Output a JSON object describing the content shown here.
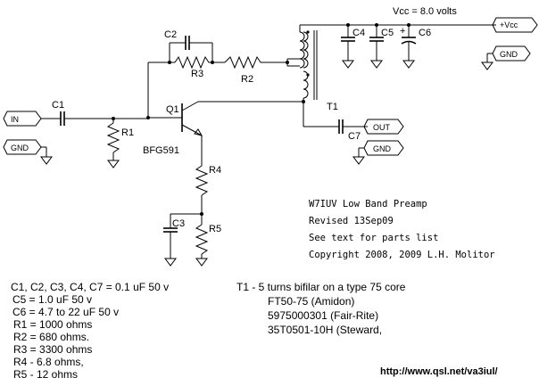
{
  "vcc_label": "Vcc = 8.0 volts",
  "ports": {
    "vcc": "+Vcc",
    "gnd_right": "GND",
    "in": "IN",
    "gnd_left": "GND",
    "out": "OUT",
    "gnd_out": "GND"
  },
  "parts": {
    "c1": "C1",
    "c2": "C2",
    "c3": "C3",
    "c4": "C4",
    "c5": "C5",
    "c6": "C6",
    "c7": "C7",
    "r1": "R1",
    "r2": "R2",
    "r3": "R3",
    "r4": "R4",
    "r5": "R5",
    "q1": "Q1",
    "q1_type": "BFG591",
    "t1": "T1"
  },
  "notes": [
    "W7IUV Low Band Preamp",
    "Revised 13Sep09",
    "See text for parts list",
    "Copyright 2008, 2009 L.H. Molitor"
  ],
  "bom_left": [
    "C1, C2, C3, C4, C7  =  0.1 uF 50 v",
    "C5  = 1.0 uF 50 v",
    "C6  = 4.7 to 22 uF 50 v",
    "R1 = 1000 ohms",
    "R2 = 680 ohms.",
    "R3  = 3300 ohms",
    "R4  -  6.8 ohms,",
    "R5  -  12 ohms"
  ],
  "bom_right_head": "T1  -  5 turns bifilar on a type 75 core",
  "bom_right": [
    "FT50-75 (Amidon)",
    "5975000301 (Fair-Rite)",
    "35T0501-10H (Steward,"
  ],
  "url": "http://www.qsl.net/va3iul/"
}
